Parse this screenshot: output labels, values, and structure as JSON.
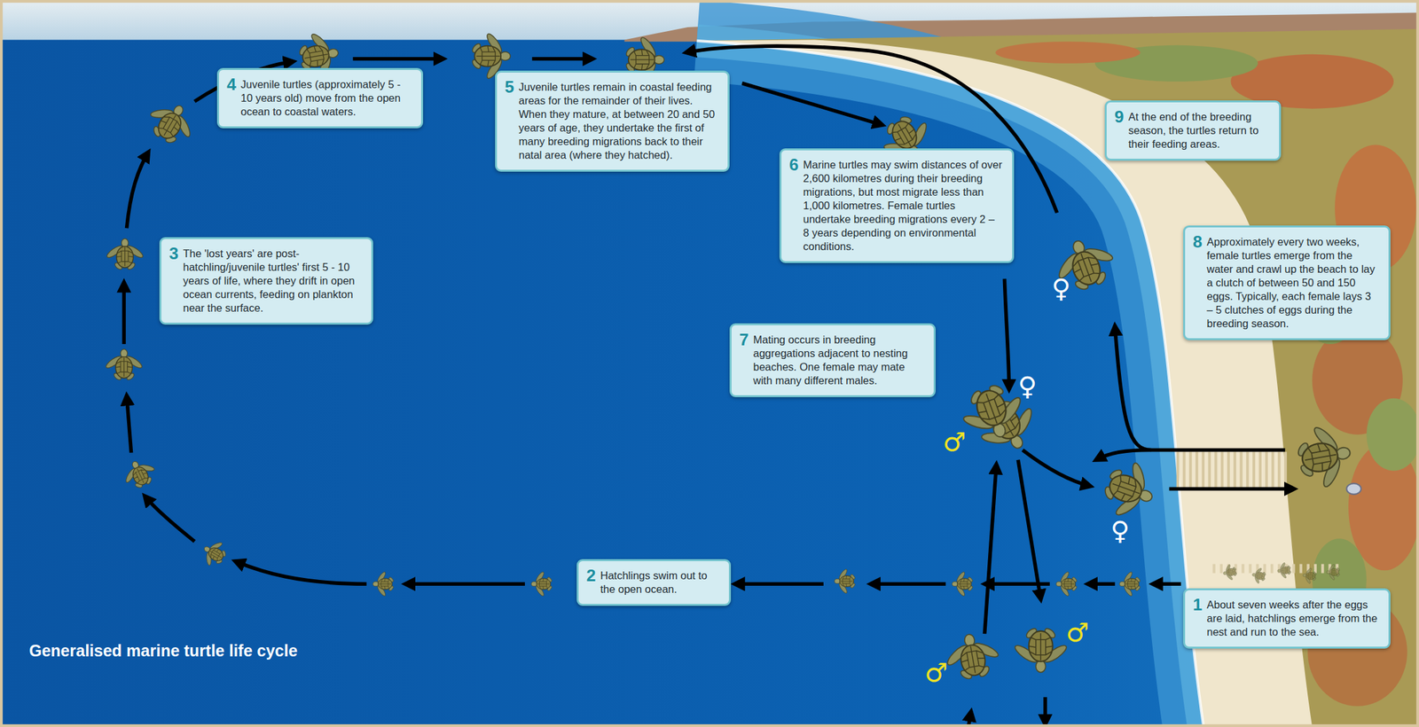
{
  "diagram": {
    "title": "Generalised marine turtle life cycle",
    "nodes": [
      {
        "text": [
          "1",
          "About seven weeks after the eggs are laid, hatchlings emerge from the nest and run to the sea."
        ]
      },
      {
        "text": [
          "2",
          "Hatchlings swim out to the open ocean."
        ]
      },
      {
        "text": [
          "3",
          "The 'lost years' are post-hatchling/juvenile turtles' first 5 - 10 years of life, where they drift in open ocean currents, feeding on plankton near the surface."
        ]
      },
      {
        "text": [
          "4",
          "Juvenile turtles (approximately 5 - 10 years old) move from the open ocean to coastal waters."
        ]
      },
      {
        "text": [
          "5",
          "Juvenile turtles remain in coastal feeding areas for the remainder of their lives. When they mature, at between 20 and 50 years of age, they undertake the first of many breeding migrations back to their natal area (where they hatched)."
        ]
      },
      {
        "text": [
          "6",
          "Marine turtles may swim distances of over 2,600 kilometres during their breeding migrations, but most migrate less than 1,000 kilometres. Female turtles undertake breeding migrations every 2 – 8 years depending on environmental conditions."
        ]
      },
      {
        "text": [
          "7",
          "Mating occurs in breeding aggregations adjacent to nesting beaches. One female may mate with many different males."
        ]
      },
      {
        "text": [
          "8",
          "Approximately every two weeks, female turtles emerge from the water and crawl up the beach to lay a clutch of between 50 and 150 eggs. Typically, each female lays 3 – 5 clutches of eggs during the breeding season."
        ]
      },
      {
        "text": [
          "9",
          "At the end of the breeding season, the turtles return to their feeding areas."
        ]
      }
    ],
    "labels": [
      "♀",
      "♀",
      "♀",
      "♂",
      "♂",
      "♂"
    ]
  }
}
